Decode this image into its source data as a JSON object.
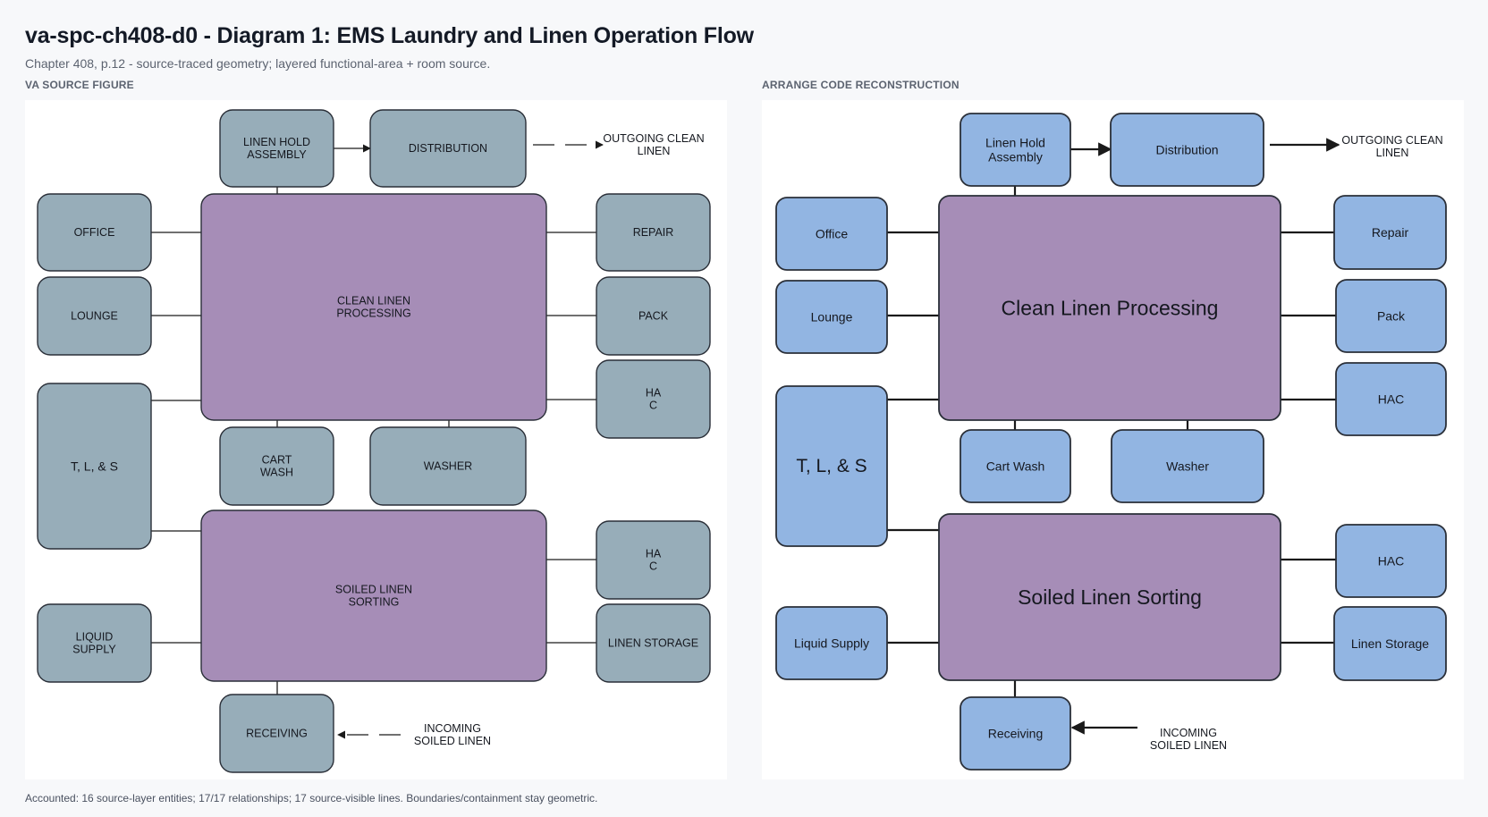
{
  "header": {
    "title": "va-spc-ch408-d0 - Diagram 1: EMS Laundry and Linen Operation Flow",
    "subtitle": "Chapter 408, p.12 - source-traced geometry; layered functional-area + room source."
  },
  "panels": {
    "source_label": "VA SOURCE FIGURE",
    "reconstruction_label": "ARRANGE CODE RECONSTRUCTION"
  },
  "colors": {
    "source_room": "#97adb9",
    "source_area": "#a68db7",
    "recon_room": "#92b5e2",
    "recon_area": "#a68db7",
    "stroke": "#2a2f38"
  },
  "source": {
    "nodes": {
      "linen_hold": [
        "LINEN HOLD",
        "ASSEMBLY"
      ],
      "distribution": [
        "DISTRIBUTION"
      ],
      "outgoing": [
        "OUTGOING CLEAN",
        "LINEN"
      ],
      "office": [
        "OFFICE"
      ],
      "lounge": [
        "LOUNGE"
      ],
      "tls": [
        "T, L, & S"
      ],
      "liquid_supply": [
        "LIQUID",
        "SUPPLY"
      ],
      "clean_processing": [
        "CLEAN LINEN",
        "PROCESSING"
      ],
      "cart_wash": [
        "CART",
        "WASH"
      ],
      "washer": [
        "WASHER"
      ],
      "soiled_sorting": [
        "SOILED LINEN",
        "SORTING"
      ],
      "receiving": [
        "RECEIVING"
      ],
      "incoming": [
        "INCOMING",
        "SOILED LINEN"
      ],
      "repair": [
        "REPAIR"
      ],
      "pack": [
        "PACK"
      ],
      "hac_1": [
        "HA",
        "C"
      ],
      "hac_2": [
        "HA",
        "C"
      ],
      "linen_storage": [
        "LINEN STORAGE"
      ]
    }
  },
  "reconstruction": {
    "nodes": {
      "linen_hold": [
        "Linen Hold",
        "Assembly"
      ],
      "distribution": [
        "Distribution"
      ],
      "outgoing": [
        "OUTGOING CLEAN",
        "LINEN"
      ],
      "office": [
        "Office"
      ],
      "lounge": [
        "Lounge"
      ],
      "tls": [
        "T, L, & S"
      ],
      "liquid_supply": [
        "Liquid Supply"
      ],
      "clean_processing": [
        "Clean Linen Processing"
      ],
      "cart_wash": [
        "Cart Wash"
      ],
      "washer": [
        "Washer"
      ],
      "soiled_sorting": [
        "Soiled Linen Sorting"
      ],
      "receiving": [
        "Receiving"
      ],
      "incoming": [
        "INCOMING",
        "SOILED LINEN"
      ],
      "repair": [
        "Repair"
      ],
      "pack": [
        "Pack"
      ],
      "hac_1": [
        "HAC"
      ],
      "hac_2": [
        "HAC"
      ],
      "linen_storage": [
        "Linen Storage"
      ]
    }
  },
  "footer": {
    "text": "Accounted: 16 source-layer entities; 17/17 relationships; 17 source-visible lines. Boundaries/containment stay geometric."
  }
}
